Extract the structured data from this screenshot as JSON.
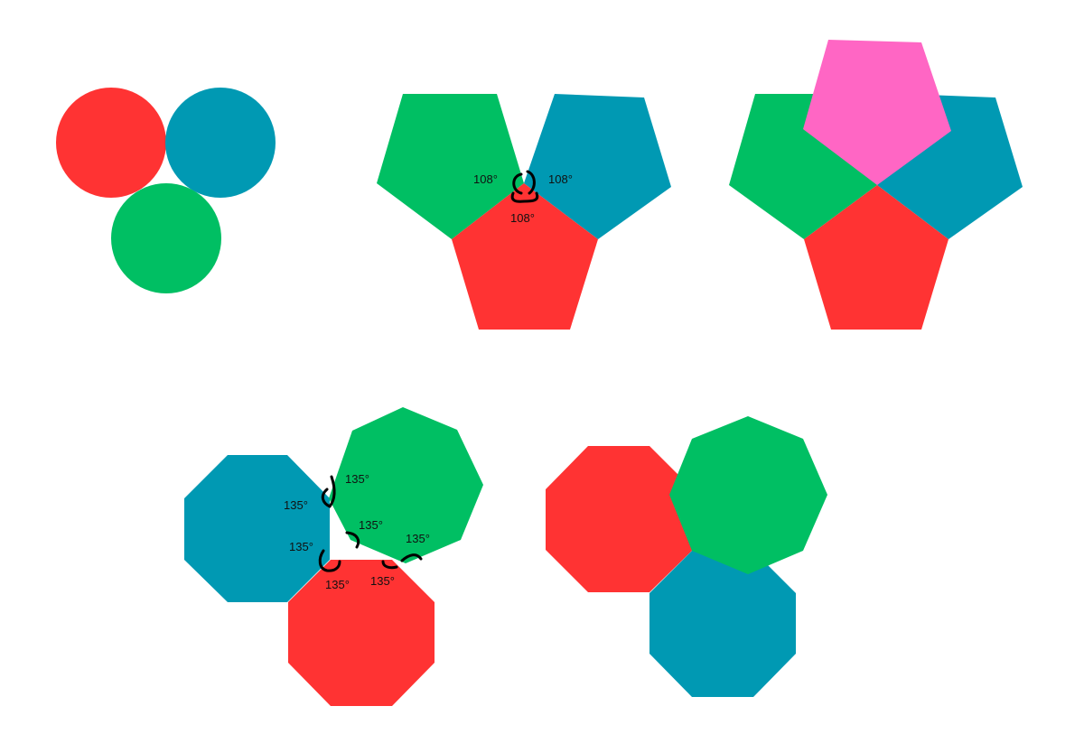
{
  "colors": {
    "red": "#ff3333",
    "blue": "#0099b3",
    "green": "#00bf63",
    "pink": "#ff66c4",
    "arc_stroke": "#000000"
  },
  "figures": {
    "circles": {
      "shapes": [
        "red-circle",
        "blue-circle",
        "green-circle"
      ]
    },
    "pentagons_labeled": {
      "angle_labels": [
        "108°",
        "108°",
        "108°"
      ]
    },
    "pentagons_with_fourth": {
      "shapes": [
        "green-pentagon",
        "blue-pentagon",
        "red-pentagon",
        "pink-pentagon"
      ]
    },
    "octagons_labeled": {
      "angle_labels": [
        "135°",
        "135°",
        "135°",
        "135°",
        "135°",
        "135°",
        "135°"
      ]
    },
    "octagons_overlapping": {
      "shapes": [
        "red-octagon",
        "blue-octagon",
        "green-octagon"
      ]
    }
  }
}
